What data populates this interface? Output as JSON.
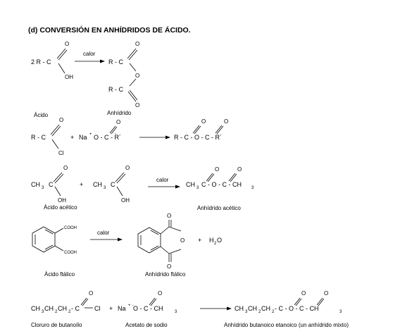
{
  "title": "(d) CONVERSIÓN EN ANHÍDRIDOS DE ÁCIDO.",
  "reaction1": {
    "reactant_prefix": "2 R - C",
    "reactant_O": "O",
    "reactant_OH": "OH",
    "arrow_label": "calor",
    "product_top": "R - C",
    "product_bottom": "R - C",
    "product_O_top": "O",
    "product_O_bridge": "O",
    "product_O_bottom": "O",
    "label_left": "Ácido",
    "label_right": "Anhídrido"
  },
  "reaction2": {
    "reactant1": "R - C",
    "reactant1_O": "O",
    "reactant1_Cl": "Cl",
    "plus": "+",
    "reactant2_na": "Na",
    "reactant2_sup": "+",
    "reactant2_rest": "O - C - R´",
    "reactant2_O": "O",
    "reactant2_sup_minus": "-",
    "product": "R - C - O - C - R´",
    "product_O1": "O",
    "product_O2": "O"
  },
  "reaction3": {
    "reactant1": "CH",
    "reactant1_sub": "3",
    "reactant1_c": "C",
    "reactant1_O": "O",
    "reactant1_OH": "OH",
    "plus": "+",
    "reactant2": "CH",
    "reactant2_sub": "3",
    "reactant2_c": "C",
    "reactant2_O": "O",
    "reactant2_OH": "OH",
    "arrow_label": "calor",
    "product_ch3": "CH",
    "product_sub": "3",
    "product_mid": "C - O - C - CH",
    "product_sub2": "3",
    "product_O1": "O",
    "product_O2": "O",
    "label_left": "Ácido acético",
    "label_right": "Anhídrido acético"
  },
  "reaction4": {
    "cooh_top": "COOH",
    "cooh_bottom": "COOH",
    "arrow_label": "calor",
    "ring_O": "O",
    "plus": "+",
    "water": "H",
    "water_sub": "2",
    "water_O": "O",
    "label_left": "Ácido ftálico",
    "label_right": "Anhídrido ftálico"
  },
  "reaction5": {
    "reactant1": "CH",
    "reactant1_sub1": "3",
    "reactant1_mid1": "CH",
    "reactant1_sub2": "2",
    "reactant1_mid2": "CH",
    "reactant1_sub3": "2",
    "reactant1_end": " - C",
    "reactant1_cl": "Cl",
    "reactant1_O": "O",
    "plus": "+",
    "reactant2_na": "Na",
    "reactant2_sup": "+",
    "reactant2_sup2": "-",
    "reactant2_rest": " O - C - CH",
    "reactant2_sub": "3",
    "reactant2_O": "O",
    "product": "CH",
    "product_sub1": "3",
    "product_mid1": "CH",
    "product_sub2": "2",
    "product_mid2": "CH",
    "product_sub3": "2",
    "product_rest": " - C - O - C - CH",
    "product_sub4": "3",
    "product_O1": "O",
    "product_O2": "O",
    "label1": "Cloruro de butanoílo",
    "label2": "Acetato de sodio",
    "label3": "Anhídrido butanoico etanoico (un anhídrido mixto)"
  }
}
